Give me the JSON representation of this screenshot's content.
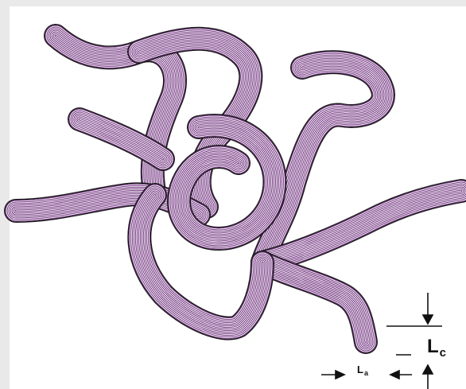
{
  "figure": {
    "lc_letter": "L",
    "lc_sub": "c",
    "la_letter": "L",
    "la_sub": "a"
  },
  "colors": {
    "ribbon_stroke": "#6b2a7a",
    "outline": "#1a1a1a",
    "background": "#e9e9e9",
    "panel": "#ffffff"
  },
  "ribbons": [
    {
      "id": "top-left-strand"
    },
    {
      "id": "top-middle-strand"
    },
    {
      "id": "top-right-strand"
    },
    {
      "id": "left-stub-strand"
    },
    {
      "id": "left-lower-strand"
    },
    {
      "id": "right-strand"
    },
    {
      "id": "central-ring-strand"
    },
    {
      "id": "bottom-strand"
    },
    {
      "id": "lower-left-loop-strand"
    }
  ]
}
